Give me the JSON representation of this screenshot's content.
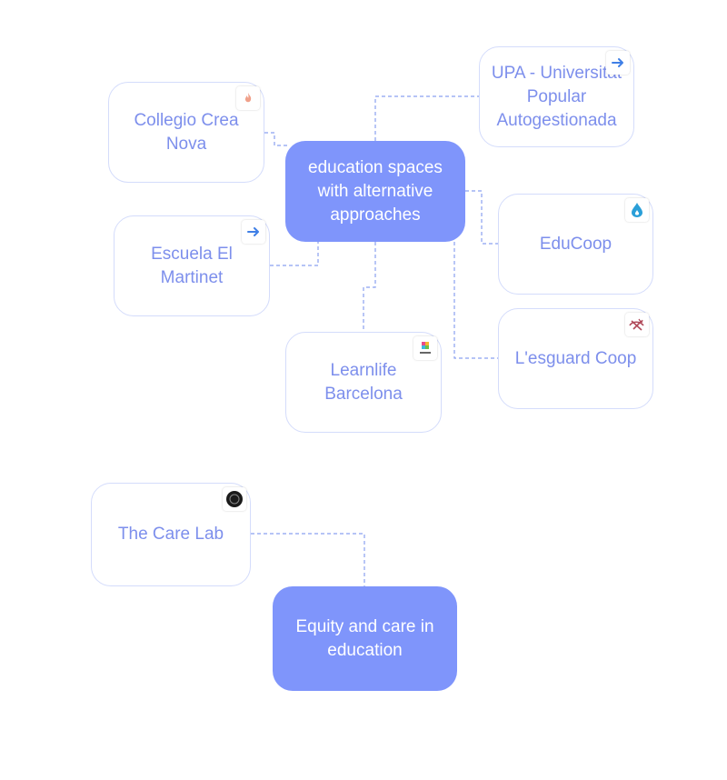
{
  "hubs": {
    "education_spaces": "education spaces with alternative approaches",
    "equity_care": "Equity and care in education"
  },
  "nodes": {
    "collegio": "Collegio Crea Nova",
    "upa": "UPA - Universitat Popular Autogestionada",
    "escuela": "Escuela El Martinet",
    "educoop": "EduCoop",
    "learnlife": "Learnlife Barcelona",
    "lesguard": "L'esguard Coop",
    "carelab": "The Care Lab"
  },
  "icons": {
    "collegio": "flame-logo-icon",
    "upa": "arrow-right-icon",
    "escuela": "arrow-right-icon",
    "educoop": "drop-logo-icon",
    "learnlife": "learnlife-logo-icon",
    "lesguard": "eye-logo-icon",
    "carelab": "circle-logo-icon"
  },
  "colors": {
    "hub_fill": "#7f95fb",
    "leaf_text": "#7d8fec",
    "leaf_border": "#d4dcfb",
    "connector": "#8aa0f0"
  }
}
